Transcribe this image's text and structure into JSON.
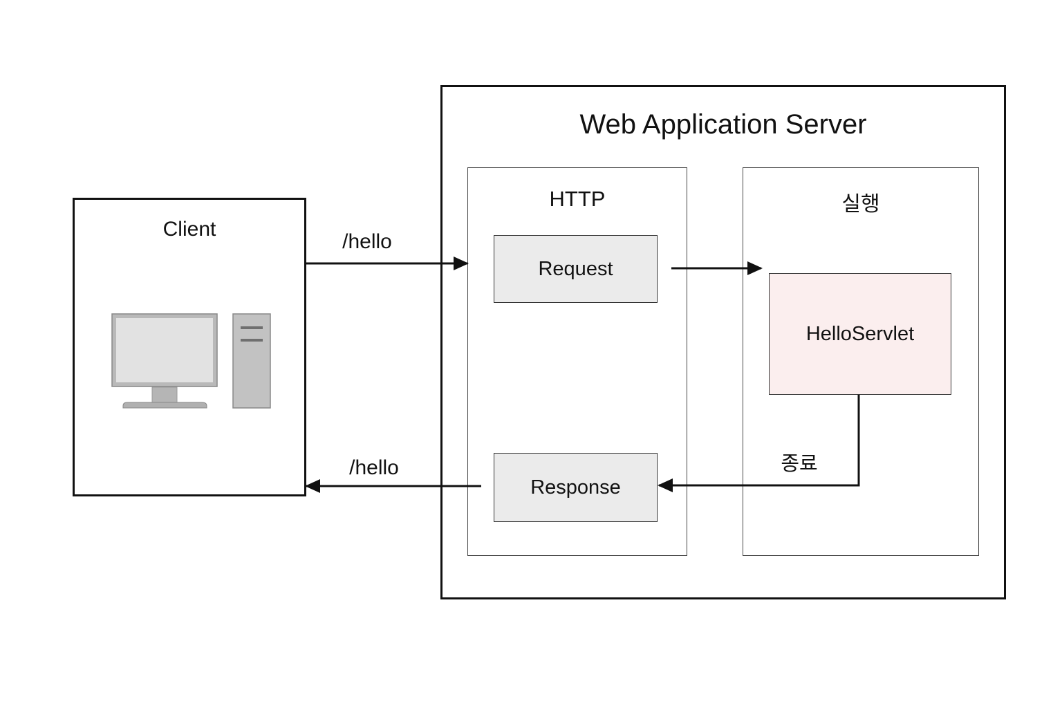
{
  "diagram": {
    "client": {
      "title": "Client"
    },
    "server": {
      "title": "Web Application Server",
      "http_container": {
        "title": "HTTP",
        "request_label": "Request",
        "response_label": "Response"
      },
      "exec_container": {
        "title": "실행",
        "servlet_label": "HelloServlet"
      }
    },
    "edges": {
      "request_path": "/hello",
      "response_path": "/hello",
      "end_label": "종료"
    },
    "colors": {
      "line": "#111111",
      "message_box_fill": "#ebebeb",
      "servlet_fill": "#fbeeee",
      "computer_gray": "#bdbdbd"
    },
    "icons": [
      "desktop-monitor-icon",
      "pc-tower-icon"
    ]
  }
}
